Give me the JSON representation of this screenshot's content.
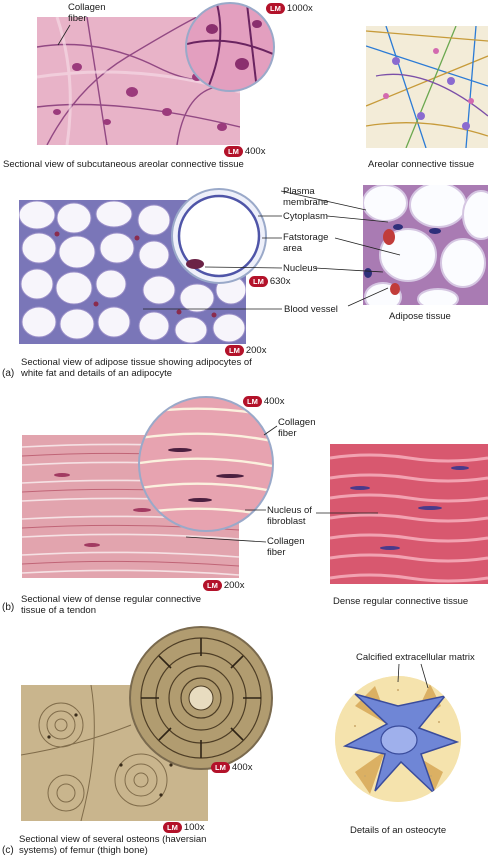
{
  "panel_a": {
    "part_label": "(a)",
    "areolar": {
      "callout_collagen": "Collagen\nfiber",
      "mag_inset": "1000x",
      "mag_main": "400x",
      "micro_caption": "Sectional view of subcutaneous areolar connective tissue",
      "drawing_caption": "Areolar connective tissue"
    },
    "adipose": {
      "callouts": [
        "Plasma\nmembrane",
        "Cytoplasm",
        "Fatstorage\narea",
        "Nucleus",
        "Blood vessel"
      ],
      "mag_inset": "630x",
      "mag_main": "200x",
      "micro_caption": "Sectional view of adipose tissue showing adipocytes of\nwhite fat and details of an adipocyte",
      "drawing_caption": "Adipose tissue"
    }
  },
  "panel_b": {
    "part_label": "(b)",
    "mag_inset": "400x",
    "mag_main": "200x",
    "callouts": [
      "Collagen\nfiber",
      "Nucleus of\nfibroblast",
      "Collagen\nfiber"
    ],
    "micro_caption": "Sectional view of dense regular connective\ntissue of a tendon",
    "drawing_caption": "Dense regular connective tissue"
  },
  "panel_c": {
    "part_label": "(c)",
    "mag_inset": "400x",
    "mag_main": "100x",
    "callout_matrix": "Calcified extracellular matrix",
    "micro_caption": "Sectional view of several osteons (haversian\nsystems) of femur (thigh bone)",
    "drawing_caption": "Details of an osteocyte"
  },
  "badge_text": "LM",
  "colors": {
    "badge": "#b3122a",
    "areolar_bg": "#e8b3c8",
    "adipose_bg": "#f4eef8",
    "dense_bg": "#e2a4ae",
    "bone_bg": "#c9b58d"
  }
}
